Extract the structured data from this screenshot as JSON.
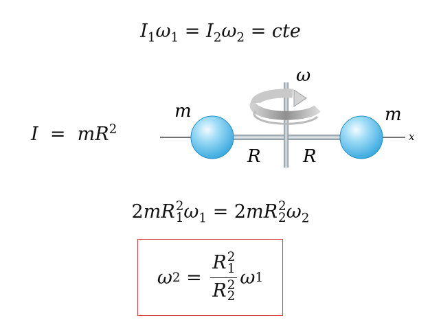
{
  "top_equation": {
    "I": "I",
    "sub1": "1",
    "omega": "ω",
    "sub_omega1": "1",
    "eq1": "=",
    "I2": "I",
    "sub2": "2",
    "omega2": "ω",
    "sub_omega2": "2",
    "eq2": "=",
    "cte": "cte"
  },
  "inertia_equation": {
    "lhs": "I",
    "eq": "=",
    "m": "m",
    "R": "R",
    "exp": "2"
  },
  "diagram": {
    "axis_label": "ω",
    "left_mass_label": "m",
    "right_mass_label": "m",
    "left_radius_label": "R",
    "right_radius_label": "R",
    "x_axis_label": "x",
    "sphere_color": "#4fb8ea",
    "rod_color": "#a9b7bf"
  },
  "middle_equation": {
    "lhs_coef": "2",
    "lhs_m": "m",
    "lhs_R": "R",
    "lhs_R_exp": "2",
    "lhs_R_sub": "1",
    "lhs_omega": "ω",
    "lhs_omega_sub": "1",
    "eq": "=",
    "rhs_coef": "2",
    "rhs_m": "m",
    "rhs_R": "R",
    "rhs_R_exp": "2",
    "rhs_R_sub": "2",
    "rhs_omega": "ω",
    "rhs_omega_sub": "2"
  },
  "result_equation": {
    "lhs_omega": "ω",
    "lhs_sub": "2",
    "eq": "=",
    "num_R": "R",
    "num_exp": "2",
    "num_sub": "1",
    "den_R": "R",
    "den_exp": "2",
    "den_sub": "2",
    "rhs_omega": "ω",
    "rhs_sub": "1",
    "box_color": "#d93a3a"
  }
}
